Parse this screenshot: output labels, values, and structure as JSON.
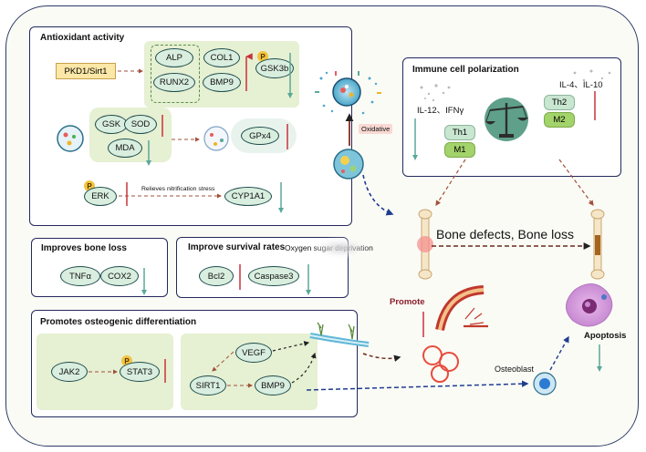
{
  "antioxidant": {
    "title": "Antioxidant activity",
    "pkd1": "PKD1/Sirt1",
    "alp": "ALP",
    "runx2": "RUNX2",
    "col1": "COL1",
    "bmp9": "BMP9",
    "p_mark": "P",
    "gsk3b": "GSK3b",
    "gsk": "GSK",
    "sod": "SOD",
    "mda": "MDA",
    "gpx4": "GPx4",
    "erk": "ERK",
    "relieves": "Relieves nitrification stress",
    "cyp1a1": "CYP1A1"
  },
  "immune": {
    "title": "Immune cell polarization",
    "il12": "IL-12、IFNγ",
    "th1": "Th1",
    "m1": "M1",
    "il4": "IL-4、IL-10",
    "th2": "Th2",
    "m2": "M2"
  },
  "bone_loss": {
    "title": "Improves bone loss",
    "tnfa": "TNFα",
    "cox2": "COX2"
  },
  "survival": {
    "title": "Improve survival rates",
    "bcl2": "Bcl2",
    "caspase3": "Caspase3"
  },
  "osteo": {
    "title": "Promotes osteogenic differentiation",
    "jak2": "JAK2",
    "stat3": "STAT3",
    "vegf": "VEGF",
    "sirt1": "SIRT1",
    "bmp9": "BMP9"
  },
  "center": {
    "oxidative": "Oxidative",
    "oxygen_sugar": "Oxygen sugar deprivation",
    "bone_defects": "Bone defects, Bone loss",
    "promote": "Promote",
    "osteoblast": "Osteoblast",
    "apoptosis": "Apoptosis"
  },
  "colors": {
    "up_arrow": "#c9323a",
    "down_arrow": "#5aa898",
    "panel_border": "#23295e",
    "green_box": "#e6f0d2",
    "dashed_flow": "#a0513a",
    "blue_dashed": "#1e3d8f"
  }
}
